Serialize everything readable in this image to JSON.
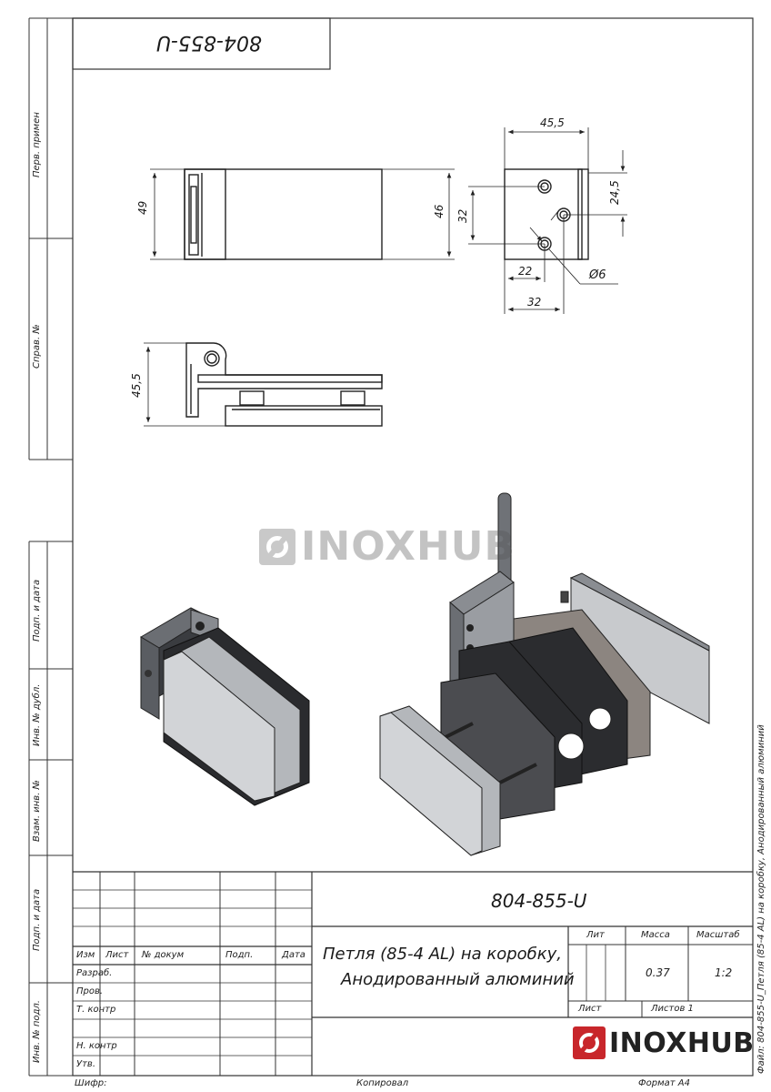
{
  "stamp": {
    "rotated_code": "804-855-U"
  },
  "side_labels": [
    "Перв. примен",
    "Справ. №",
    "Подп. и дата",
    "Инв. № дубл.",
    "Взам. инв. №",
    "Подп. и дата",
    "Инв. № подл."
  ],
  "dimensions": {
    "d455_top": "45,5",
    "d49": "49",
    "d46": "46",
    "d32_v": "32",
    "d245": "24,5",
    "d22": "22",
    "d32_h": "32",
    "dia6": "Ø6",
    "d455_side": "45,5"
  },
  "watermark": {
    "text": "INOXHUB"
  },
  "title_block": {
    "code": "804-855-U",
    "name_line1": "Петля (85-4 AL) на коробку,",
    "name_line2": "Анодированный алюминий",
    "col_izm": "Изм",
    "col_list": "Лист",
    "col_ndok": "№ докум",
    "col_podp": "Подп.",
    "col_data": "Дата",
    "row_razrab": "Разраб.",
    "row_prov": "Пров.",
    "row_tkontr": "Т. контр",
    "row_nkontr": "Н. контр",
    "row_utv": "Утв.",
    "lit": "Лит",
    "massa": "Масса",
    "masshtab": "Масштаб",
    "massa_val": "0.37",
    "masshtab_val": "1:2",
    "list": "Лист",
    "listov": "Листов 1",
    "logo_text": "INOXHUB"
  },
  "footer": {
    "shifr": "Шифр:",
    "kopiroval": "Копировал",
    "format": "Формат А4"
  },
  "file_note": "Файл: 804-855-U_Петля (85-4 AL) на коробку, Анодированный алюминий"
}
